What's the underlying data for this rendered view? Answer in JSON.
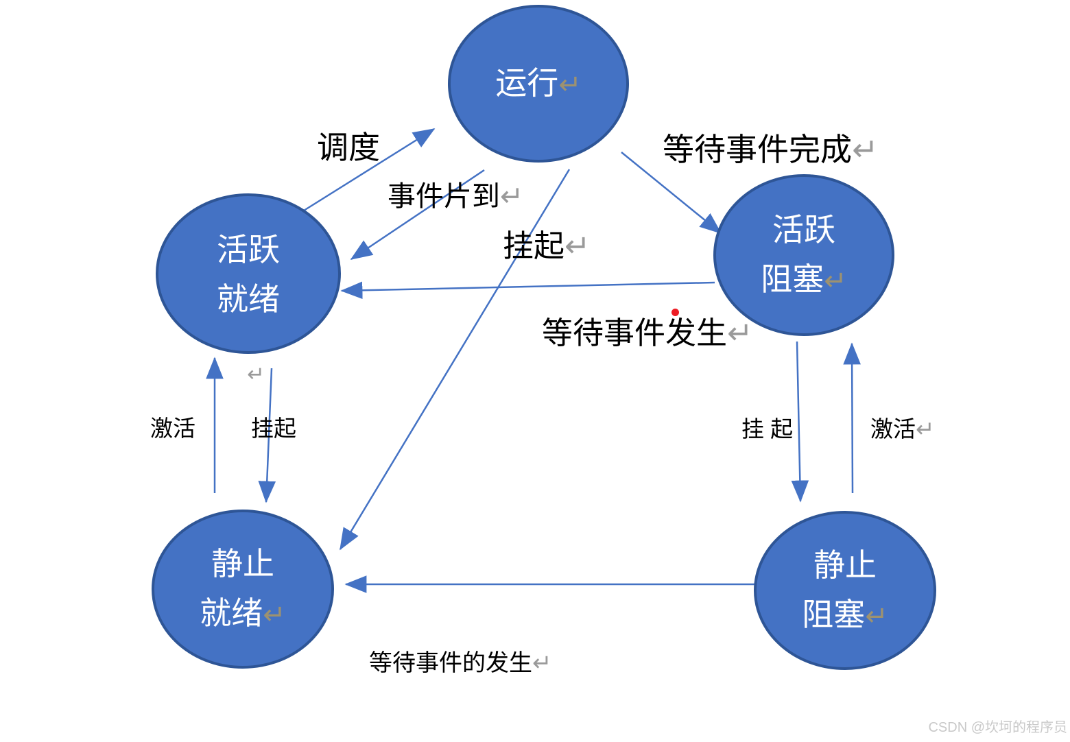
{
  "diagram": {
    "nodes": {
      "running": {
        "line1": "运行",
        "line2": "",
        "mark": "↵"
      },
      "active_ready": {
        "line1": "活跃",
        "line2": "就绪",
        "mark": ""
      },
      "active_blocked": {
        "line1": "活跃",
        "line2": "阻塞",
        "mark": "↵"
      },
      "static_ready": {
        "line1": "静止",
        "line2": "就绪",
        "mark": "↵"
      },
      "static_blocked": {
        "line1": "静止",
        "line2": "阻塞",
        "mark": "↵"
      }
    },
    "labels": {
      "scheduling": "调度",
      "time_slice": "事件片到",
      "time_slice_mark": "↵",
      "suspend_center": "挂起",
      "suspend_center_mark": "↵",
      "wait_event_complete": "等待事件完成",
      "wait_event_complete_mark": "↵",
      "wait_event_occur": "等待事件发生",
      "wait_event_occur_mark": "↵",
      "activate_left": "激活",
      "suspend_left": "挂起",
      "suspend_right": "挂 起",
      "activate_right": "激活",
      "activate_right_mark": "↵",
      "wait_event_occur_bottom": "等待事件的发生",
      "wait_event_occur_bottom_mark": "↵",
      "stray_mark": "↵"
    },
    "colors": {
      "node_fill": "#4472c4",
      "node_border": "#2e5596",
      "arrow": "#4472c4",
      "label_text": "#000000",
      "paragraph_mark_gray": "#9a9a9a",
      "paragraph_mark_on_node": "#9d9270",
      "red_dot": "#ed1c24",
      "watermark_gray": "#c9c9c9"
    },
    "watermark": "CSDN @坎坷的程序员"
  }
}
